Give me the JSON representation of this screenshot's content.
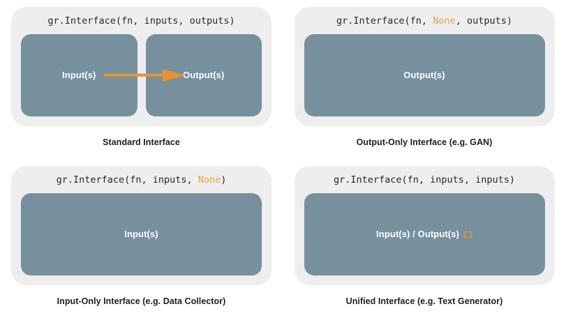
{
  "colors": {
    "card_background": "#eeeeee",
    "box_fill": "#76909e",
    "accent_orange": "#e8922e",
    "code_none_orange": "#e8a04a",
    "page_background": "#ffffff",
    "caption_text": "#1b1f22",
    "box_label_text": "#ffffff"
  },
  "panels": [
    {
      "id": "standard-interface",
      "code": {
        "prefix": "gr.Interface(fn, inputs, outputs)",
        "segments": [
          {
            "text": "gr.Interface(fn, inputs, outputs)",
            "style": "normal"
          }
        ]
      },
      "boxes": [
        {
          "label": "Input(s)",
          "role": "input"
        },
        {
          "label": "Output(s)",
          "role": "output"
        }
      ],
      "arrow": {
        "visible": true,
        "direction": "right",
        "icon": "arrow-right-icon"
      },
      "caption": "Standard Interface"
    },
    {
      "id": "output-only-interface",
      "code": {
        "prefix": "gr.Interface(fn, None, outputs)",
        "segments": [
          {
            "text": "gr.Interface(fn, ",
            "style": "normal"
          },
          {
            "text": "None",
            "style": "none"
          },
          {
            "text": ", outputs)",
            "style": "normal"
          }
        ]
      },
      "boxes": [
        {
          "label": "Output(s)",
          "role": "output"
        }
      ],
      "arrow": {
        "visible": false,
        "direction": "",
        "icon": ""
      },
      "caption": "Output-Only Interface (e.g. GAN)"
    },
    {
      "id": "input-only-interface",
      "code": {
        "prefix": "gr.Interface(fn, inputs, None)",
        "segments": [
          {
            "text": "gr.Interface(fn, inputs, ",
            "style": "normal"
          },
          {
            "text": "None",
            "style": "none"
          },
          {
            "text": ")",
            "style": "normal"
          }
        ]
      },
      "boxes": [
        {
          "label": "Input(s)",
          "role": "input"
        }
      ],
      "arrow": {
        "visible": false,
        "direction": "",
        "icon": ""
      },
      "caption": "Input-Only Interface (e.g. Data Collector)"
    },
    {
      "id": "unified-interface",
      "code": {
        "prefix": "gr.Interface(fn, inputs, inputs)",
        "segments": [
          {
            "text": "gr.Interface(fn, inputs, inputs)",
            "style": "normal"
          }
        ]
      },
      "boxes": [
        {
          "label": "Input(s) / Output(s)",
          "role": "unified",
          "icon": "loop-refresh-icon"
        }
      ],
      "arrow": {
        "visible": false,
        "direction": "",
        "icon": ""
      },
      "caption": "Unified Interface (e.g. Text Generator)"
    }
  ]
}
